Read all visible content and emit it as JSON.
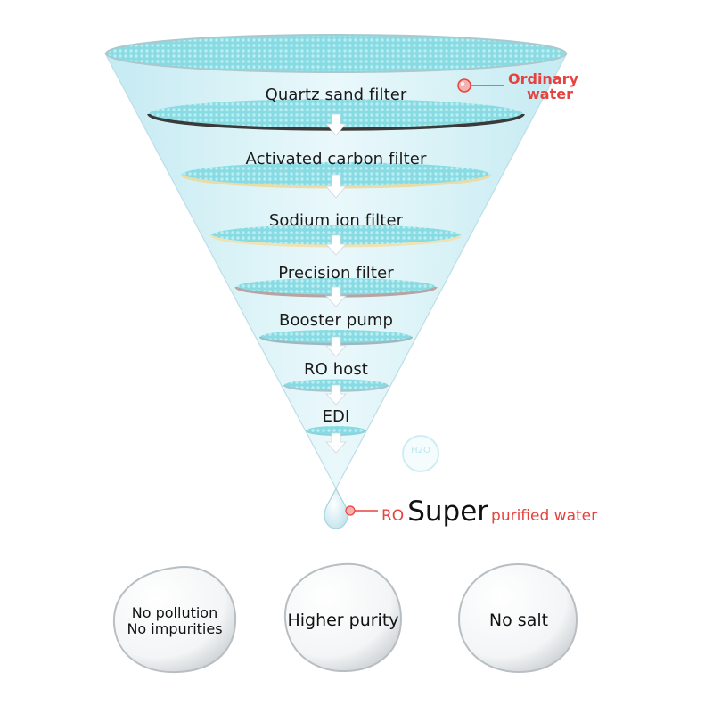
{
  "callouts": {
    "input_line1": "Ordinary",
    "input_line2": "water",
    "output_prefix": "RO",
    "output_emphasis": "Super",
    "output_suffix": "purified water",
    "molecule": "H2O"
  },
  "stages": [
    {
      "label": "Quartz sand filter",
      "rim": "#3a3a3a"
    },
    {
      "label": "Activated carbon filter",
      "rim": "#e9dca8"
    },
    {
      "label": "Sodium ion filter",
      "rim": "#efe3b6"
    },
    {
      "label": "Precision filter",
      "rim": "#b9a3a3"
    },
    {
      "label": "Booster pump",
      "rim": "#9fb8c0"
    },
    {
      "label": "RO host",
      "rim": "#a7c6cf"
    },
    {
      "label": "EDI",
      "rim": "#8fd2d7"
    }
  ],
  "benefits": [
    {
      "line1": "No pollution",
      "line2": "No impurities"
    },
    {
      "line1": "Higher purity",
      "line2": ""
    },
    {
      "line1": "No salt",
      "line2": ""
    }
  ],
  "colors": {
    "accent_red": "#e8423e",
    "disc_blue": "#8edfe6",
    "funnel_fill": "#cdeef4"
  }
}
